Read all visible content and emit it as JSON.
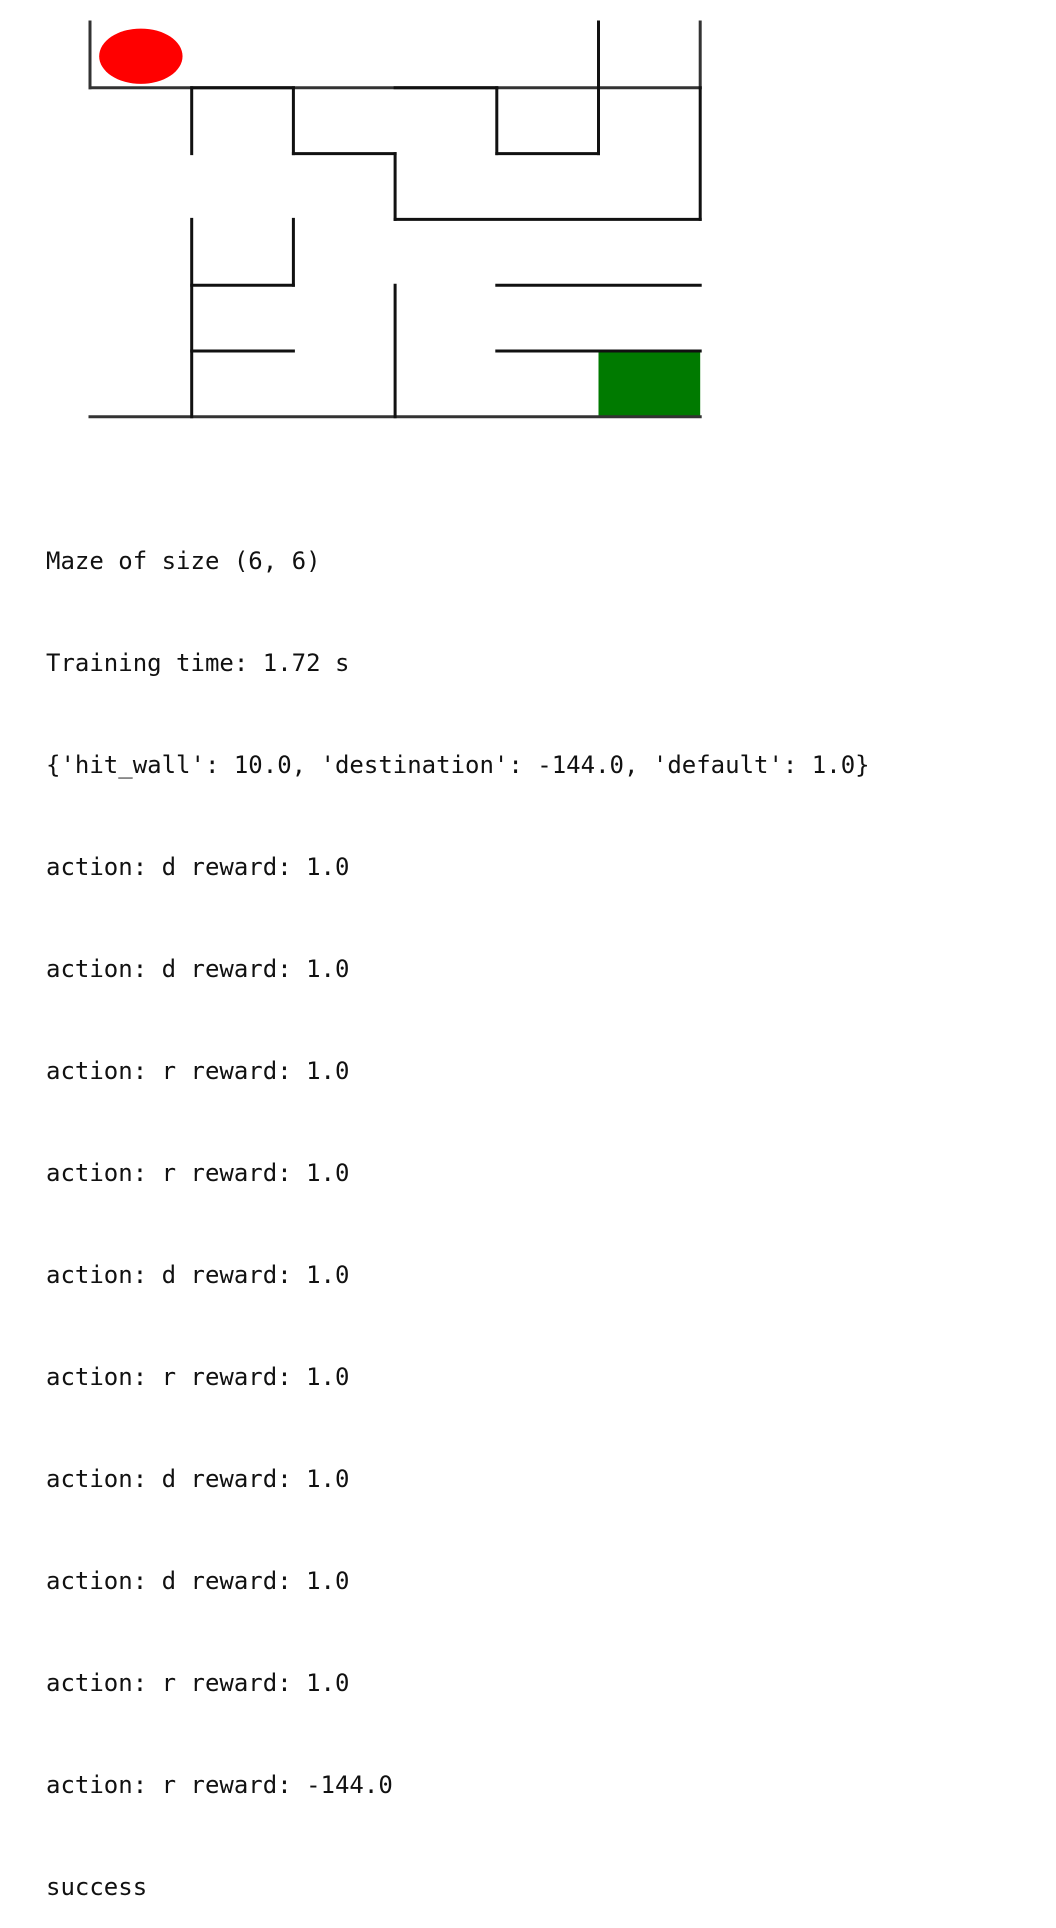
{
  "maze": {
    "rows": 6,
    "cols": 6,
    "agent": {
      "row": 0,
      "col": 0,
      "shape": "red-ellipse"
    },
    "goal": {
      "row": 5,
      "col": 5,
      "shape": "green-square"
    },
    "walls": [
      [
        0,
        0,
        1,
        0
      ],
      [
        0,
        6,
        1,
        6
      ],
      [
        1,
        0,
        1,
        6
      ],
      [
        6,
        0,
        6,
        6
      ],
      [
        1,
        6,
        3,
        6
      ],
      [
        1,
        1,
        2,
        1
      ],
      [
        1,
        1,
        1,
        2
      ],
      [
        1,
        2,
        2,
        2
      ],
      [
        2,
        2,
        2,
        3
      ],
      [
        2,
        3,
        3,
        3
      ],
      [
        3,
        3,
        3,
        6
      ],
      [
        3,
        1,
        6,
        1
      ],
      [
        3,
        2,
        4,
        2
      ],
      [
        4,
        1,
        4,
        2
      ],
      [
        5,
        1,
        5,
        2
      ],
      [
        4,
        3,
        6,
        3
      ],
      [
        1,
        3,
        1,
        4
      ],
      [
        1,
        4,
        2,
        4
      ],
      [
        2,
        4,
        2,
        5
      ],
      [
        0,
        5,
        2,
        5
      ],
      [
        4,
        4,
        4,
        6
      ],
      [
        5,
        4,
        5,
        6
      ]
    ],
    "colors": {
      "wall": "#111111",
      "border": "#333333",
      "agent": "#ff0000",
      "goal": "#007a00"
    }
  },
  "output": {
    "lines": [
      "Maze of size (6, 6)",
      "Training time: 1.72 s",
      "{'hit_wall': 10.0, 'destination': -144.0, 'default': 1.0}",
      "action: d reward: 1.0",
      "action: d reward: 1.0",
      "action: r reward: 1.0",
      "action: r reward: 1.0",
      "action: d reward: 1.0",
      "action: r reward: 1.0",
      "action: d reward: 1.0",
      "action: d reward: 1.0",
      "action: r reward: 1.0",
      "action: r reward: -144.0",
      "success"
    ]
  }
}
